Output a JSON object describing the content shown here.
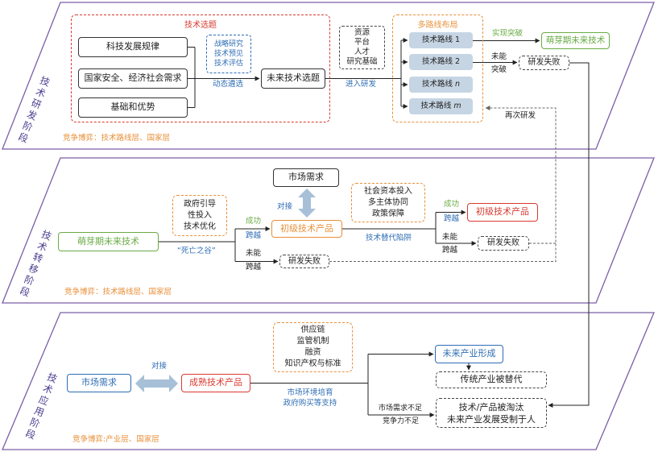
{
  "colors": {
    "frame": "#7b5ea7",
    "stage_label": "#4b3f8f",
    "red": "#d93a2f",
    "orange": "#e8903a",
    "blue": "#2f6db5",
    "green": "#6aab45",
    "route_fill": "#c6d5e3",
    "dock_arrow": "#a7c0d8",
    "line": "#222222",
    "dashed_line": "#666666"
  },
  "stage_rd": {
    "label": "技术研发阶段",
    "topic": {
      "title": "技术选题",
      "inputs": [
        "科技发展规律",
        "国家安全、经济社会需求",
        "基础和优势"
      ],
      "methods": [
        "战略研究",
        "技术预见",
        "技术评估"
      ],
      "selection_label": "动态遴选",
      "output": "未来技术选题"
    },
    "resources": [
      "资源",
      "平台",
      "人才",
      "研究基础"
    ],
    "enter_label": "进入研发",
    "routes": {
      "title": "多路线布局",
      "items": [
        {
          "name": "技术路线",
          "index": "1"
        },
        {
          "name": "技术路线",
          "index": "2"
        },
        {
          "name": "技术路线",
          "index": "n"
        },
        {
          "name": "技术路线",
          "index": "m"
        }
      ]
    },
    "success_label": "实现突破",
    "success_result": "萌芽期未来技术",
    "fail_label": [
      "未能",
      "突破"
    ],
    "fail_result": "研发失败",
    "retry_label": "再次研发",
    "game": "竞争博弈：技术路线层、国家层"
  },
  "stage_transfer": {
    "label": "技术转移阶段",
    "start": "萌芽期未来技术",
    "gov_support": [
      "政府引导",
      "性投入",
      "技术优化"
    ],
    "valley_label": "“死亡之谷”",
    "success1": [
      "成功",
      "跨越"
    ],
    "fail1": [
      "未能",
      "跨越"
    ],
    "fail1_result": "研发失败",
    "product1": "初级技术产品",
    "market": "市场需求",
    "dock_label": "对接",
    "social_support": [
      "社会资本投入",
      "多主体协同",
      "政策保障"
    ],
    "trap_label": "技术替代陷阱",
    "success2": [
      "成功",
      "跨越"
    ],
    "product2": "初级技术产品",
    "fail2": [
      "未能",
      "跨越"
    ],
    "fail2_result": "研发失败",
    "game": "竞争博弈：技术路线层、国家层"
  },
  "stage_application": {
    "label": "技术应用阶段",
    "market": "市场需求",
    "dock_label": "对接",
    "product": "成熟技术产品",
    "factors": [
      "供应链",
      "监管机制",
      "融资",
      "知识产权与标准"
    ],
    "support": [
      "市场环境培育",
      "政府购买等支持"
    ],
    "outcome_form": "未来产业形成",
    "outcome_replace": "传统产业被替代",
    "outcome_fail": [
      "技术/产品被淘汰",
      "未来产业发展受制于人"
    ],
    "fail_reasons": [
      "市场需求不足",
      "竞争力不足"
    ],
    "game": "竞争博弈:产业层、国家层"
  }
}
